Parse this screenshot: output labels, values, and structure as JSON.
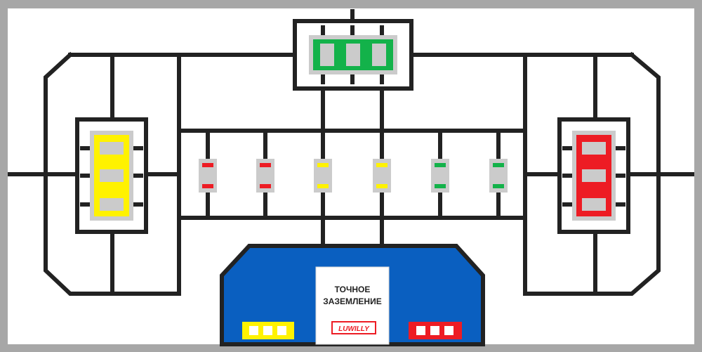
{
  "board": {
    "center_label_line1": "ТОЧНОЕ",
    "center_label_line2": "ЗАЗЕМЛЕНИЕ",
    "logo_text": "LUWILLY"
  },
  "colors": {
    "frame": "#a7a7a7",
    "field": "#ffffff",
    "line": "#222222",
    "zone_gray": "#cbcbcb",
    "green": "#13b24a",
    "yellow": "#fff200",
    "red": "#ed1c24",
    "blue": "#0a5fc0",
    "light_gray": "#d6d6d6"
  },
  "cubes": {
    "row": [
      "red",
      "red",
      "yellow",
      "yellow",
      "green",
      "green"
    ]
  }
}
